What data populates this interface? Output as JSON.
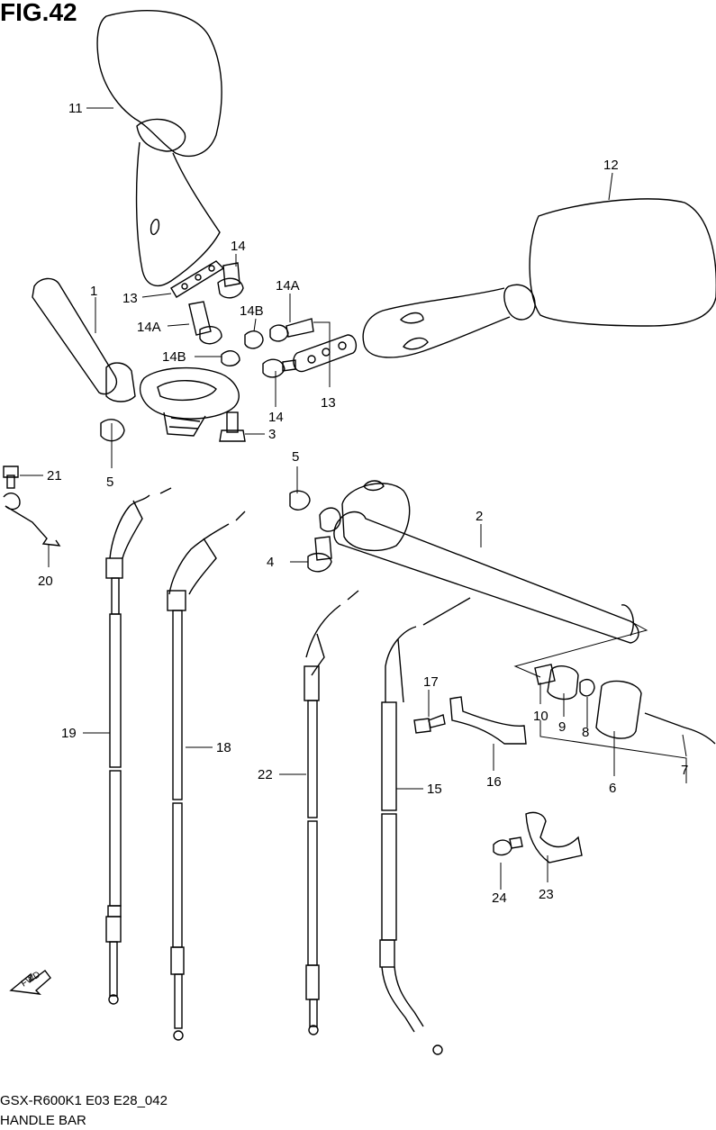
{
  "figure": {
    "title": "FIG.42",
    "code": "GSX-R600K1 E03 E28_042",
    "name": "HANDLE BAR",
    "fwd_label": "FWD"
  },
  "callouts": {
    "c1": "1",
    "c2": "2",
    "c3": "3",
    "c4": "4",
    "c5a": "5",
    "c5b": "5",
    "c6": "6",
    "c7": "7",
    "c8": "8",
    "c9": "9",
    "c10": "10",
    "c11": "11",
    "c12": "12",
    "c13a": "13",
    "c13b": "13",
    "c14a": "14",
    "c14b": "14",
    "c14Aa": "14A",
    "c14Ab": "14A",
    "c14Ba": "14B",
    "c14Bb": "14B",
    "c15": "15",
    "c16": "16",
    "c17": "17",
    "c18": "18",
    "c19": "19",
    "c20": "20",
    "c21": "21",
    "c22": "22",
    "c23": "23",
    "c24": "24"
  }
}
